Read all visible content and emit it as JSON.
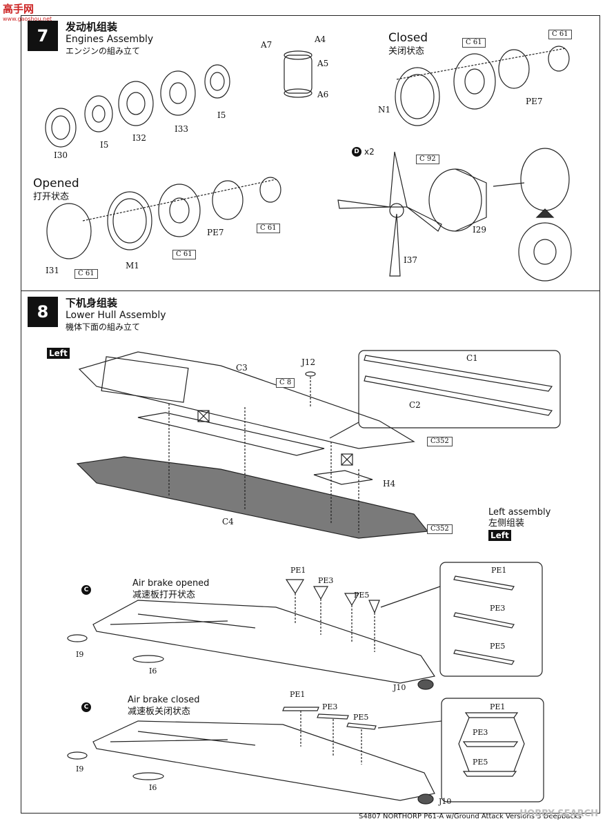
{
  "watermark": {
    "top": "高手网",
    "bottom": "www.gaoshou.net"
  },
  "step7": {
    "number": "7",
    "title_cn": "发动机组装",
    "title_en": "Engines Assembly",
    "title_jp": "エンジンの組み立て",
    "closed_en": "Closed",
    "closed_cn": "关闭状态",
    "opened_en": "Opened",
    "opened_cn": "打开状态",
    "multiplier": "x2",
    "callout_d": "D",
    "parts": [
      "A7",
      "A4",
      "A5",
      "A6",
      "I30",
      "I5",
      "I5",
      "I32",
      "I33",
      "N1",
      "PE7",
      "PE7",
      "M1",
      "I31",
      "I29",
      "I37"
    ],
    "refs": [
      "C 61",
      "C 61",
      "C 61",
      "C 61",
      "C 61",
      "C 92"
    ]
  },
  "step8": {
    "number": "8",
    "title_cn": "下机身组装",
    "title_en": "Lower Hull Assembly",
    "title_jp": "機体下面の組み立て",
    "left_tag": "Left",
    "parts": [
      "J12",
      "C3",
      "C1",
      "C2",
      "C4",
      "H4",
      "PE1",
      "PE3",
      "PE5",
      "PE1",
      "PE3",
      "PE5",
      "I9",
      "I6",
      "J10",
      "PE1",
      "PE3",
      "PE5",
      "PE1",
      "PE3",
      "PE5",
      "I9",
      "I6",
      "J10"
    ],
    "refs": [
      "C 8",
      "C352",
      "C352"
    ],
    "left_assembly_en": "Left  assembly",
    "left_assembly_cn": "左侧组装",
    "left_tag2": "Left",
    "callout_c": "C",
    "airbrake_opened_en": "Air brake opened",
    "airbrake_opened_cn": "减速板打开状态",
    "airbrake_closed_en": "Air brake closed",
    "airbrake_closed_cn": "减速板关闭状态"
  },
  "footer": "S4807  NORTHORP P61-A w/Ground Attack Versions 3 Deepbacks",
  "site_mark": "HOBBY SEARCH"
}
